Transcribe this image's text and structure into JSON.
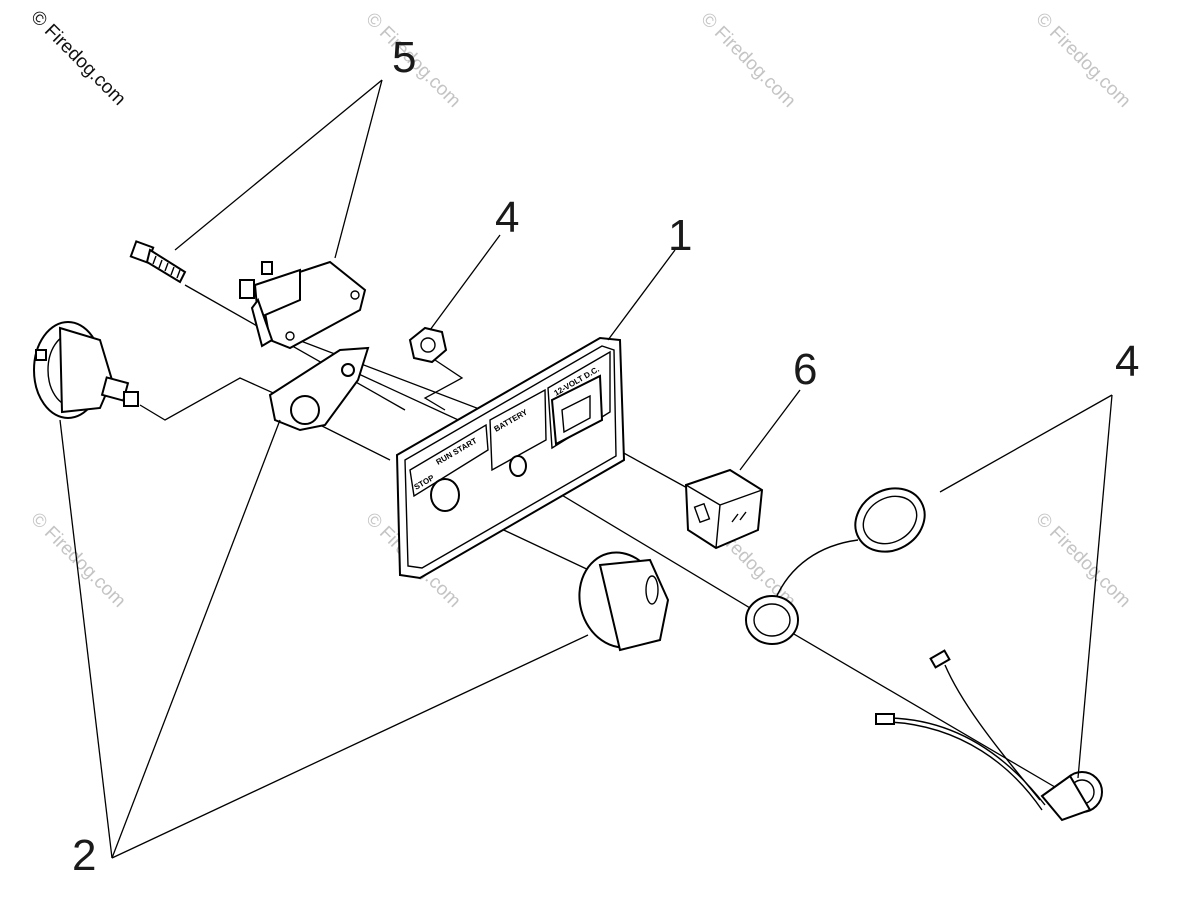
{
  "watermark": {
    "main": "© Firedog.com",
    "faint": "© Firedog.com"
  },
  "callouts": {
    "c1": "1",
    "c2": "2",
    "c4a": "4",
    "c4b": "4",
    "c5": "5",
    "c6": "6"
  },
  "panel_labels": {
    "stop": "STOP",
    "run_start": "RUN START",
    "battery": "BATTERY",
    "volt": "12-VOLT D.C."
  },
  "colors": {
    "line": "#000000",
    "watermark_faint": "#c4c4c4"
  }
}
